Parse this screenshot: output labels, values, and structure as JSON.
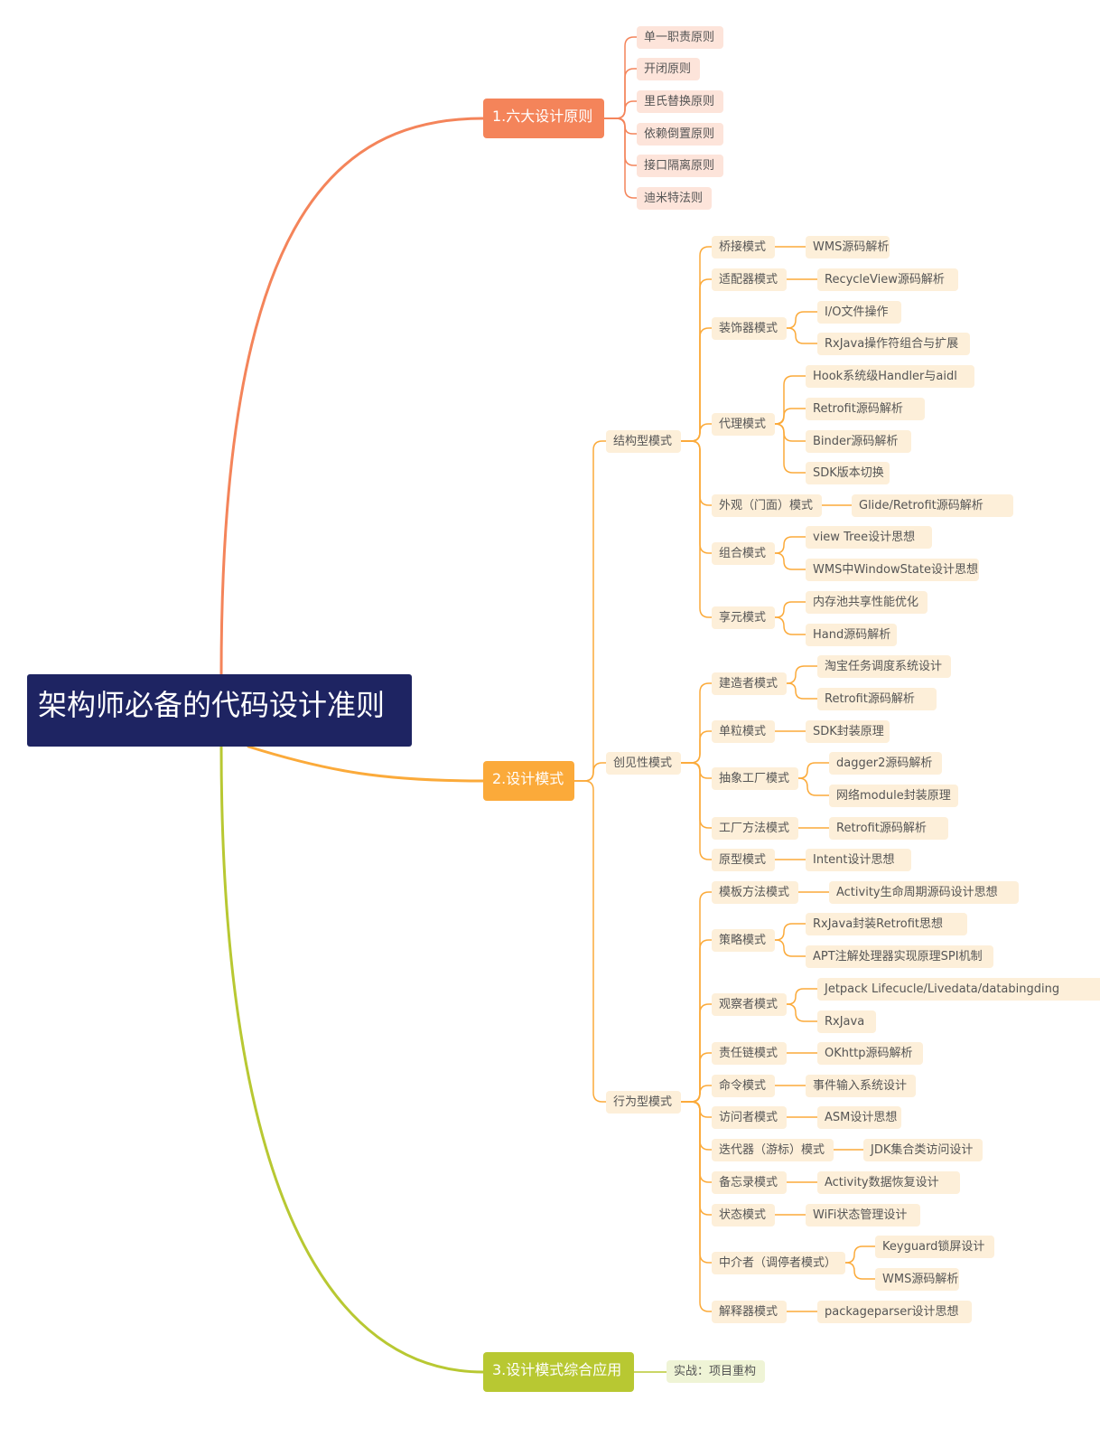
{
  "title": "架构师必备的代码设计准则",
  "colors": {
    "root": "#1e2462",
    "branch_principles": "#f4845a",
    "branch_patterns": "#fbaa3a",
    "branch_application": "#b8c832",
    "leaf_principles": "#fde4da",
    "leaf_patterns": "#fdefd9",
    "leaf_application": "#eff4d6"
  },
  "branches": [
    {
      "label": "1.六大设计原则",
      "children": [
        {
          "label": "单一职责原则"
        },
        {
          "label": "开闭原则"
        },
        {
          "label": "里氏替换原则"
        },
        {
          "label": "依赖倒置原则"
        },
        {
          "label": "接口隔离原则"
        },
        {
          "label": "迪米特法则"
        }
      ]
    },
    {
      "label": "2.设计模式",
      "children": [
        {
          "label": "结构型模式",
          "children": [
            {
              "label": "桥接模式",
              "children": [
                {
                  "label": "WMS源码解析"
                }
              ]
            },
            {
              "label": "适配器模式",
              "children": [
                {
                  "label": "RecycleView源码解析"
                }
              ]
            },
            {
              "label": "装饰器模式",
              "children": [
                {
                  "label": "I/O文件操作"
                },
                {
                  "label": "RxJava操作符组合与扩展"
                }
              ]
            },
            {
              "label": "代理模式",
              "children": [
                {
                  "label": "Hook系统级Handler与aidl"
                },
                {
                  "label": "Retrofit源码解析"
                },
                {
                  "label": "Binder源码解析"
                },
                {
                  "label": "SDK版本切换"
                }
              ]
            },
            {
              "label": "外观（门面）模式",
              "children": [
                {
                  "label": "Glide/Retrofit源码解析"
                }
              ]
            },
            {
              "label": "组合模式",
              "children": [
                {
                  "label": "view Tree设计思想"
                },
                {
                  "label": "WMS中WindowState设计思想"
                }
              ]
            },
            {
              "label": "享元模式",
              "children": [
                {
                  "label": "内存池共享性能优化"
                },
                {
                  "label": "Hand源码解析"
                }
              ]
            }
          ]
        },
        {
          "label": "创见性模式",
          "children": [
            {
              "label": "建造者模式",
              "children": [
                {
                  "label": "淘宝任务调度系统设计"
                },
                {
                  "label": "Retrofit源码解析"
                }
              ]
            },
            {
              "label": "单粒模式",
              "children": [
                {
                  "label": "SDK封装原理"
                }
              ]
            },
            {
              "label": "抽象工厂模式",
              "children": [
                {
                  "label": "dagger2源码解析"
                },
                {
                  "label": "网络module封装原理"
                }
              ]
            },
            {
              "label": "工厂方法模式",
              "children": [
                {
                  "label": "Retrofit源码解析"
                }
              ]
            },
            {
              "label": "原型模式",
              "children": [
                {
                  "label": "Intent设计思想"
                }
              ]
            }
          ]
        },
        {
          "label": "行为型模式",
          "children": [
            {
              "label": "模板方法模式",
              "children": [
                {
                  "label": "Activity生命周期源码设计思想"
                }
              ]
            },
            {
              "label": "策略模式",
              "children": [
                {
                  "label": "RxJava封装Retrofit思想"
                },
                {
                  "label": "APT注解处理器实现原理SPI机制"
                }
              ]
            },
            {
              "label": "观察者模式",
              "children": [
                {
                  "label": "Jetpack Lifecucle/Livedata/databingding"
                },
                {
                  "label": "RxJava"
                }
              ]
            },
            {
              "label": "责任链模式",
              "children": [
                {
                  "label": "OKhttp源码解析"
                }
              ]
            },
            {
              "label": "命令模式",
              "children": [
                {
                  "label": "事件输入系统设计"
                }
              ]
            },
            {
              "label": "访问者模式",
              "children": [
                {
                  "label": "ASM设计思想"
                }
              ]
            },
            {
              "label": "迭代器（游标）模式",
              "children": [
                {
                  "label": "JDK集合类访问设计"
                }
              ]
            },
            {
              "label": "备忘录模式",
              "children": [
                {
                  "label": "Activity数据恢复设计"
                }
              ]
            },
            {
              "label": "状态模式",
              "children": [
                {
                  "label": "WiFi状态管理设计"
                }
              ]
            },
            {
              "label": "中介者（调停者模式）",
              "children": [
                {
                  "label": "Keyguard锁屏设计"
                },
                {
                  "label": "WMS源码解析"
                }
              ]
            },
            {
              "label": "解释器模式",
              "children": [
                {
                  "label": "packageparser设计思想"
                }
              ]
            }
          ]
        }
      ]
    },
    {
      "label": "3.设计模式综合应用",
      "children": [
        {
          "label": "实战：项目重构"
        }
      ]
    }
  ]
}
